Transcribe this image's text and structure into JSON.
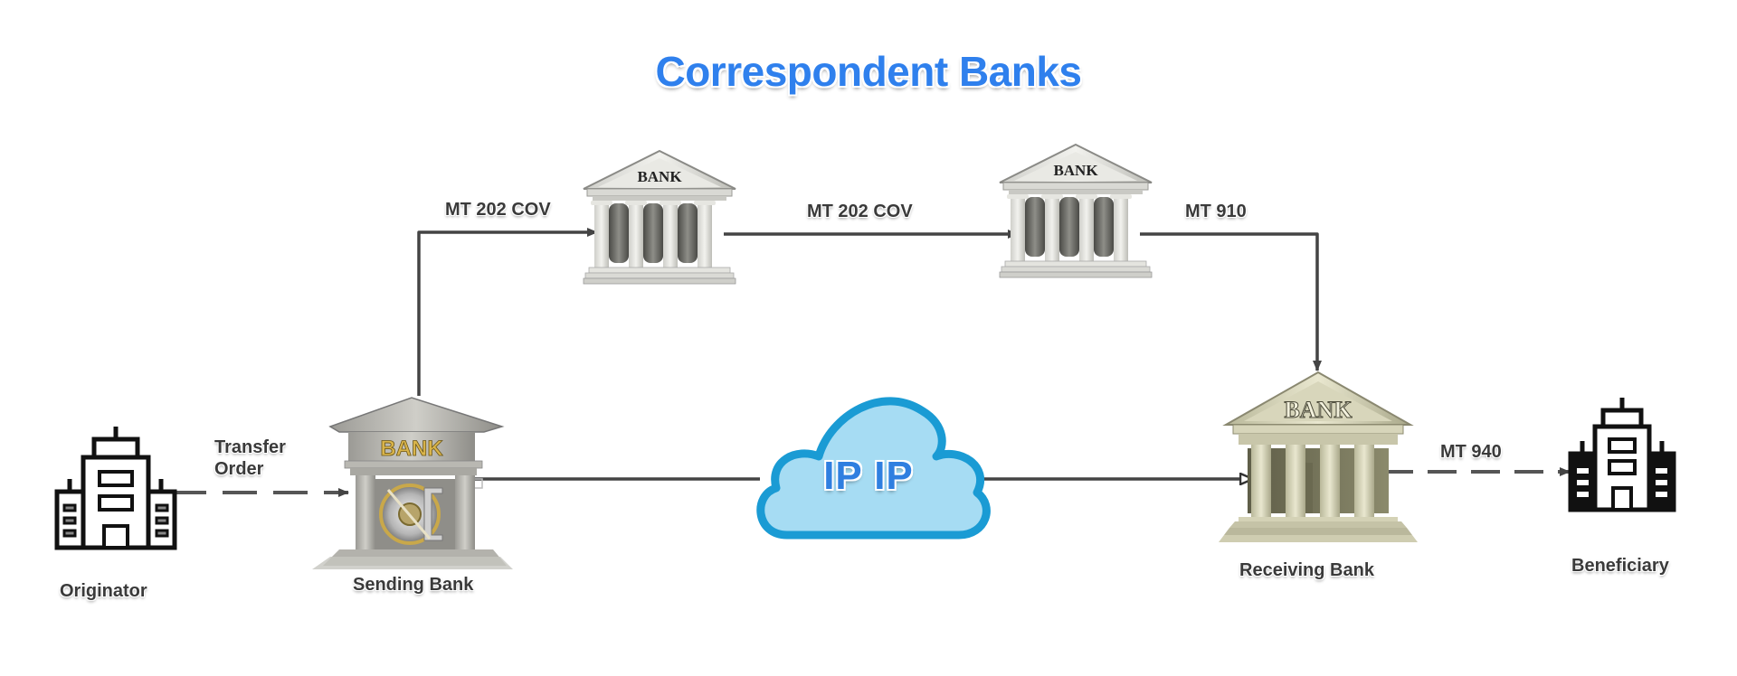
{
  "title": "Correspondent Banks",
  "nodes": {
    "originator": {
      "label": "Originator",
      "icon": "office-building-icon"
    },
    "sending_bank": {
      "label": "Sending Bank",
      "sign": "BANK",
      "icon": "bank-vault-icon"
    },
    "correspondent_bank_1": {
      "sign": "BANK",
      "icon": "bank-building-icon"
    },
    "correspondent_bank_2": {
      "sign": "BANK",
      "icon": "bank-building-icon"
    },
    "receiving_bank": {
      "label": "Receiving Bank",
      "sign": "BANK",
      "icon": "bank-building-icon"
    },
    "beneficiary": {
      "label": "Beneficiary",
      "icon": "office-building-icon"
    },
    "network_cloud": {
      "label": "IP IP",
      "icon": "cloud-icon"
    }
  },
  "edges": [
    {
      "from": "originator",
      "to": "sending_bank",
      "label_line1": "Transfer",
      "label_line2": "Order",
      "style": "dashed"
    },
    {
      "from": "sending_bank",
      "to": "correspondent_bank_1",
      "label": "MT 202 COV",
      "style": "solid"
    },
    {
      "from": "correspondent_bank_1",
      "to": "correspondent_bank_2",
      "label": "MT 202 COV",
      "style": "solid"
    },
    {
      "from": "correspondent_bank_2",
      "to": "receiving_bank",
      "label": "MT 910",
      "style": "solid"
    },
    {
      "from": "sending_bank",
      "to": "receiving_bank",
      "label": "",
      "via": "network_cloud",
      "style": "solid"
    },
    {
      "from": "receiving_bank",
      "to": "beneficiary",
      "label": "MT 940",
      "style": "dashed"
    }
  ],
  "colors": {
    "title": "#2f80ed",
    "cloud_fill": "#a6dcf3",
    "cloud_stroke": "#1a9bd4",
    "line": "#444444",
    "label": "#3a3a3a"
  }
}
